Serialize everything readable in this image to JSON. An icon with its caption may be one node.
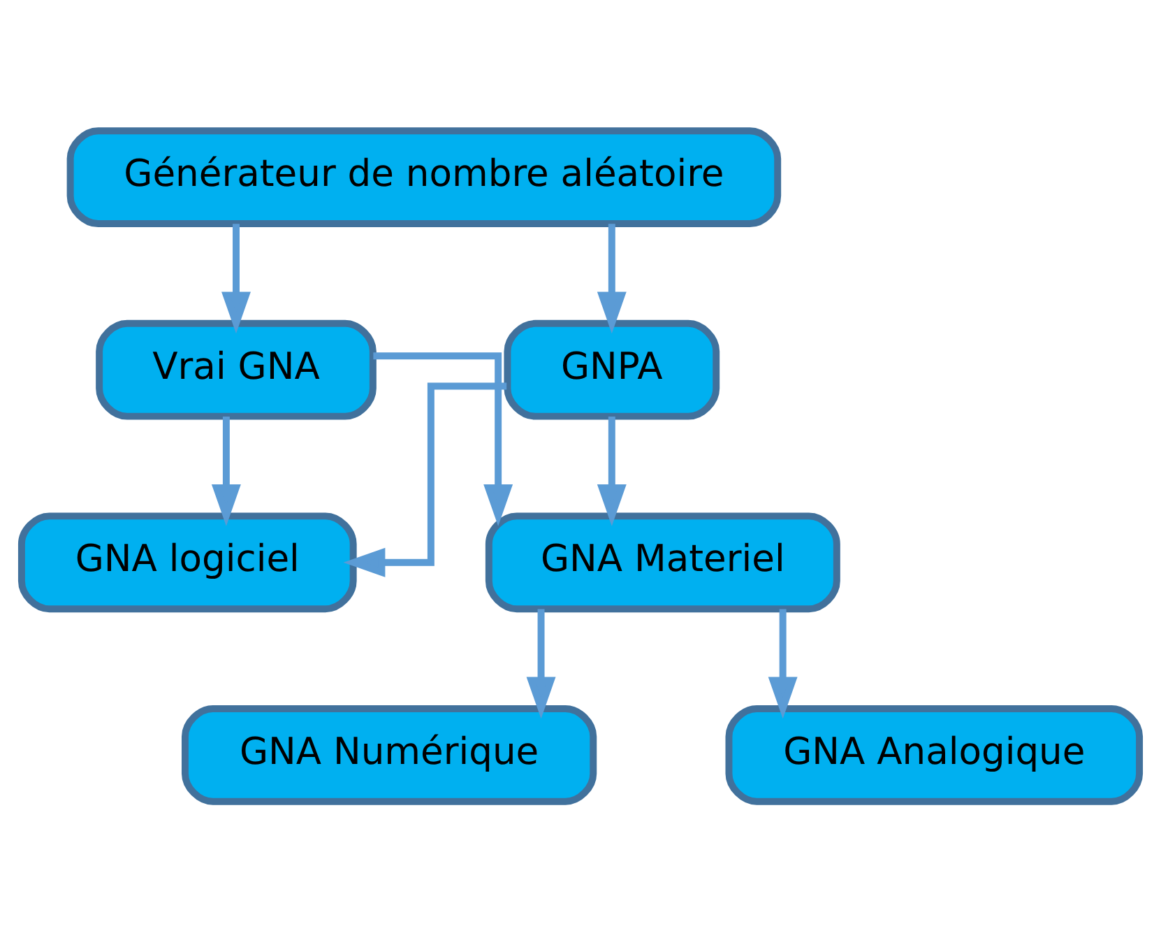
{
  "diagram": {
    "nodes": [
      {
        "text": [
          "Générateur de nombre aléatoire"
        ]
      },
      {
        "text": [
          "Vrai GNA"
        ]
      },
      {
        "text": [
          "GNPA"
        ]
      },
      {
        "text": [
          "GNA logiciel"
        ]
      },
      {
        "text": [
          "GNA Materiel"
        ]
      },
      {
        "text": [
          "GNA Numérique"
        ]
      },
      {
        "text": [
          "GNA Analogique"
        ]
      }
    ],
    "edges": [
      {
        "from": 0,
        "to": 1,
        "arrow": "to"
      },
      {
        "from": 0,
        "to": 2,
        "arrow": "to"
      },
      {
        "from": 1,
        "to": 3,
        "arrow": "to"
      },
      {
        "from": 1,
        "to": 4,
        "arrow": "to"
      },
      {
        "from": 2,
        "to": 3,
        "arrow": "to"
      },
      {
        "from": 2,
        "to": 4,
        "arrow": "to"
      },
      {
        "from": 4,
        "to": 5,
        "arrow": "to"
      },
      {
        "from": 4,
        "to": 6,
        "arrow": "to"
      }
    ]
  }
}
